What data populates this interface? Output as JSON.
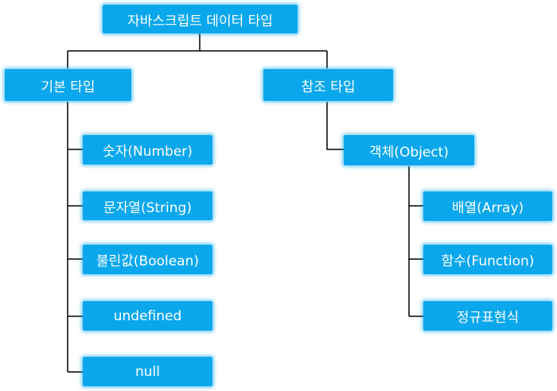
{
  "diagram": {
    "accent_color": "#0aa7ec",
    "line_color": "#000000",
    "root": {
      "label": "자바스크립트 데이터 타입"
    },
    "primitive": {
      "label": "기본 타입",
      "children": [
        {
          "label": "숫자(Number)"
        },
        {
          "label": "문자열(String)"
        },
        {
          "label": "불린값(Boolean)"
        },
        {
          "label": "undefined"
        },
        {
          "label": "null"
        }
      ]
    },
    "reference": {
      "label": "참조 타입",
      "object": {
        "label": "객체(Object)",
        "children": [
          {
            "label": "배열(Array)"
          },
          {
            "label": "함수(Function)"
          },
          {
            "label": "정규표현식"
          }
        ]
      }
    }
  }
}
